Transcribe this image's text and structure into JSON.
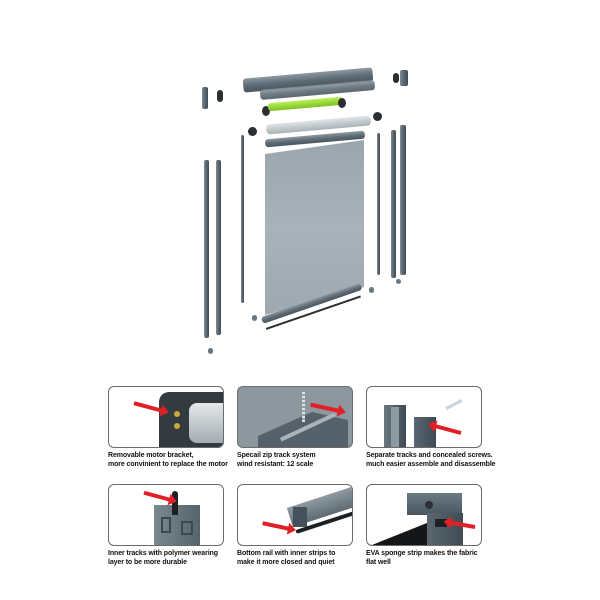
{
  "diagram": {
    "title_visible": false,
    "parts": [
      "top-cassette",
      "motor-tube",
      "fabric-roller",
      "fabric-screen",
      "left-side-track",
      "right-side-track",
      "inner-track-left",
      "inner-track-right",
      "bottom-rail",
      "bottom-strip",
      "end-caps",
      "brackets"
    ],
    "colors": {
      "aluminium": "#5f6d77",
      "fabric": "#a2adb3",
      "motor_tube": "#8fd42a",
      "end_cap": "#2b2f33",
      "arrow": "#e21f26",
      "panel_border": "#6b6b6b"
    }
  },
  "features": [
    {
      "caption": "Removable motor bracket,\nmore convinient to replace the motor"
    },
    {
      "caption": "Specail zip track system\nwind resistant:  12 scale"
    },
    {
      "caption": "Separate tracks and concealed screws.\nmuch easier assemble and disassemble"
    },
    {
      "caption": "Inner tracks with polymer wearing\nlayer to be more durable"
    },
    {
      "caption": "Bottom rail  with inner strips to\nmake it more closed and quiet"
    },
    {
      "caption": "EVA sponge strip makes the fabric\nflat well"
    }
  ]
}
